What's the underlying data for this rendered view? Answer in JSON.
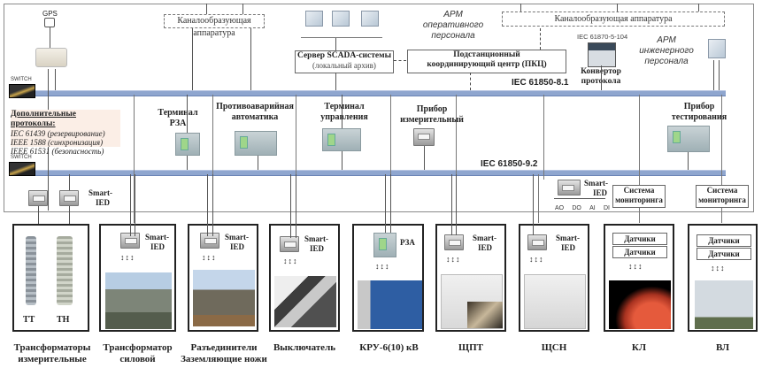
{
  "top": {
    "gps_label": "GPS",
    "channel_equipment_left": "Каналообразующая аппаратура",
    "channel_equipment_right": "Каналообразующая аппаратура",
    "arm_operational": [
      "АРМ",
      "оперативного",
      "персонала"
    ],
    "arm_engineering": [
      "АРМ",
      "инженерного",
      "персонала"
    ],
    "scada_server": [
      "Сервер SCADA-системы",
      "(локальный архив)"
    ],
    "coordination_center": [
      "Подстанционный",
      "координирующий центр (ПКЦ)"
    ],
    "iec_104_label": "IEC 61870-5-104",
    "protocol_converter": [
      "Конвертор",
      "протокола"
    ]
  },
  "buses": {
    "station_bus": "IEC 61850-8.1",
    "process_bus": "IEC 61850-9.2",
    "switch_label": "SWITCH"
  },
  "protocols": {
    "heading": "Дополнительные протоколы:",
    "items": [
      "IEC 61439 (резервирование)",
      "IEEE 1588 (синхронизация)",
      "IEEE 61531 (безопасность)"
    ]
  },
  "devices": {
    "terminal_rza": [
      "Терминал",
      "РЗА"
    ],
    "emergency_automation": [
      "Противоаварийная",
      "автоматика"
    ],
    "control_terminal": [
      "Терминал",
      "управления"
    ],
    "measuring_device": [
      "Прибор",
      "измерительный"
    ],
    "testing_device": [
      "Прибор",
      "тестирования"
    ],
    "smart_ied": [
      "Smart-",
      "IED"
    ],
    "io_labels": [
      "AO",
      "DO",
      "AI",
      "DI"
    ],
    "monitoring_system": [
      "Система",
      "мониторинга"
    ]
  },
  "bays": [
    {
      "title": [
        "Трансформаторы",
        "измерительные"
      ],
      "inner_labels": [
        "ТТ",
        "ТН"
      ]
    },
    {
      "title": [
        "Трансформатор",
        "силовой"
      ],
      "device": "Smart-IED"
    },
    {
      "title": [
        "Разъединители",
        "Заземляющие ножи"
      ],
      "device": "Smart-IED"
    },
    {
      "title": [
        "Выключатель"
      ],
      "device": "Smart-IED"
    },
    {
      "title": [
        "КРУ-6(10) кВ"
      ],
      "device": "РЗА"
    },
    {
      "title": [
        "ЩПТ"
      ],
      "device": "Smart-IED"
    },
    {
      "title": [
        "ЩСН"
      ],
      "device": "Smart-IED"
    },
    {
      "title": [
        "КЛ"
      ],
      "sensors": [
        "Датчики",
        "Датчики"
      ]
    },
    {
      "title": [
        "ВЛ"
      ],
      "sensors": [
        "Датчики",
        "Датчики"
      ]
    }
  ],
  "colors": {
    "bus": "#8fa6cf",
    "protocol_bg": "#fbeee6",
    "frame": "#8a8a8a"
  }
}
